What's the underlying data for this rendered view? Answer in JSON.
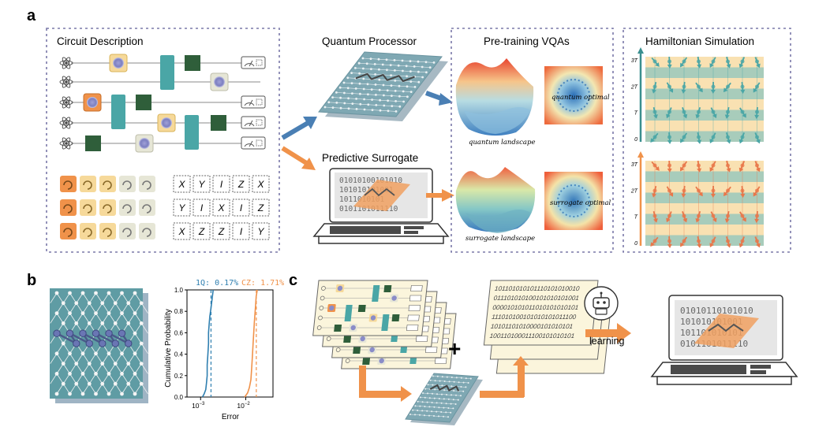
{
  "panels": {
    "a": "a",
    "b": "b",
    "c": "c"
  },
  "panel_a": {
    "circuit_title": "Circuit Description",
    "quantum_title": "Quantum Processor",
    "surrogate_title": "Predictive Surrogate",
    "vqa_title": "Pre-training VQAs",
    "ham_title": "Hamiltonian Simulation",
    "quantum_landscape": "quantum landscape",
    "quantum_optimal": "quantum optimal",
    "surrogate_landscape": "surrogate landscape",
    "surrogate_optimal": "surrogate optimal",
    "pauli_rows": [
      [
        "X",
        "Y",
        "I",
        "Z",
        "X"
      ],
      [
        "Y",
        "I",
        "X",
        "I",
        "Z"
      ],
      [
        "X",
        "Z",
        "Z",
        "I",
        "Y"
      ]
    ],
    "laptop_bits": [
      "01010100101010",
      "101010101001",
      "1011010101",
      "0101101011110"
    ],
    "time_ticks": [
      "3T",
      "2T",
      "T",
      "0"
    ],
    "colors": {
      "teal": "#4aa6a6",
      "orange": "#f0924a",
      "purple_dash": "#7a78a8",
      "arrow_blue": "#4a7fb4",
      "arrow_orange": "#f0924a"
    }
  },
  "panel_b": {
    "legend_1q": "1Q: 0.17%",
    "legend_cz": "CZ: 1.71%",
    "xlabel": "Error",
    "ylabel": "Cumulative Probability",
    "xtick_1": "10",
    "xtick_1_exp": "−3",
    "xtick_2": "10",
    "xtick_2_exp": "−2",
    "yticks": [
      "0.0",
      "0.2",
      "0.4",
      "0.6",
      "0.8",
      "1.0"
    ]
  },
  "chart_data": {
    "type": "line",
    "xlabel": "Error",
    "ylabel": "Cumulative Probability",
    "xscale": "log",
    "xlim": [
      0.0005,
      0.04
    ],
    "ylim": [
      0,
      1
    ],
    "series": [
      {
        "name": "1Q: 0.17%",
        "color": "#2f7fb0",
        "mean": 0.0017,
        "x": [
          0.0011,
          0.0012,
          0.0013,
          0.00135,
          0.0014,
          0.0014,
          0.00145,
          0.0015,
          0.0015,
          0.00155,
          0.0016,
          0.0017,
          0.0018,
          0.0019
        ],
        "y": [
          0.0,
          0.03,
          0.07,
          0.13,
          0.2,
          0.3,
          0.4,
          0.5,
          0.6,
          0.68,
          0.75,
          0.83,
          0.92,
          1.0
        ]
      },
      {
        "name": "CZ: 1.71%",
        "color": "#f0924a",
        "mean": 0.0171,
        "x": [
          0.0095,
          0.011,
          0.012,
          0.013,
          0.0135,
          0.014,
          0.0145,
          0.015,
          0.0155,
          0.016,
          0.0165,
          0.017,
          0.018
        ],
        "y": [
          0.0,
          0.04,
          0.09,
          0.16,
          0.27,
          0.38,
          0.5,
          0.6,
          0.7,
          0.78,
          0.86,
          0.94,
          1.0
        ]
      }
    ]
  },
  "panel_c": {
    "plus": "+",
    "learning": "learning",
    "bit_rows": [
      "101101010101110101010010",
      "011101010100101010101001",
      "000010101011010101010101",
      "111010100101010101011100",
      "10101101010000101010101",
      "100110100011100101010101"
    ],
    "laptop_bits": [
      "01010110101010",
      "101010101001",
      "101101010101",
      "0101101011110"
    ]
  }
}
